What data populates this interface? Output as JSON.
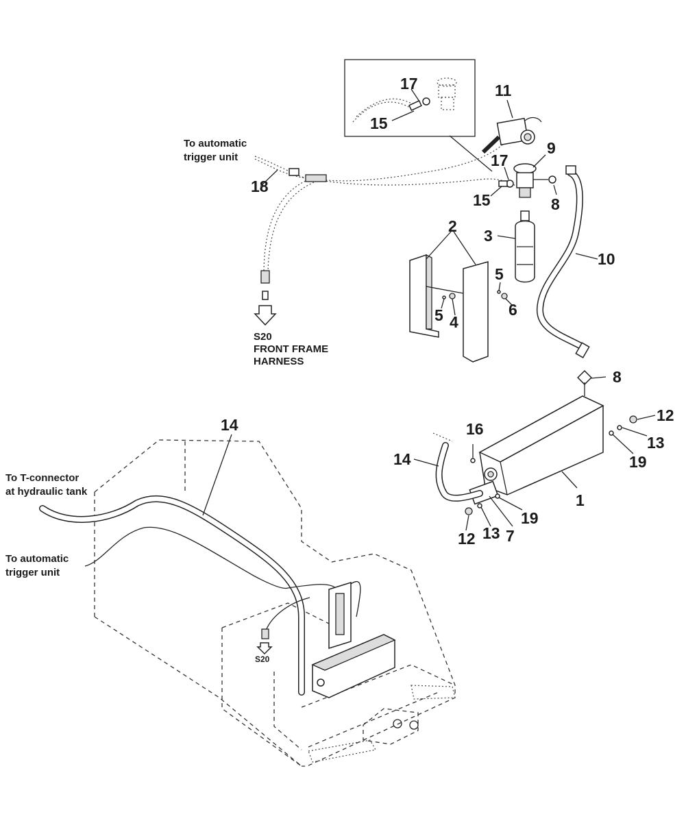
{
  "callouts": [
    {
      "id": "c17a",
      "text": "17"
    },
    {
      "id": "c15a",
      "text": "15"
    },
    {
      "id": "c11",
      "text": "11"
    },
    {
      "id": "c9",
      "text": "9"
    },
    {
      "id": "c17b",
      "text": "17"
    },
    {
      "id": "c15b",
      "text": "15"
    },
    {
      "id": "c8a",
      "text": "8"
    },
    {
      "id": "c18",
      "text": "18"
    },
    {
      "id": "c2",
      "text": "2"
    },
    {
      "id": "c3",
      "text": "3"
    },
    {
      "id": "c10",
      "text": "10"
    },
    {
      "id": "c5a",
      "text": "5"
    },
    {
      "id": "c6",
      "text": "6"
    },
    {
      "id": "c5b",
      "text": "5"
    },
    {
      "id": "c4",
      "text": "4"
    },
    {
      "id": "c8b",
      "text": "8"
    },
    {
      "id": "c12a",
      "text": "12"
    },
    {
      "id": "c13a",
      "text": "13"
    },
    {
      "id": "c19a",
      "text": "19"
    },
    {
      "id": "c16",
      "text": "16"
    },
    {
      "id": "c14a",
      "text": "14"
    },
    {
      "id": "c1",
      "text": "1"
    },
    {
      "id": "c19b",
      "text": "19"
    },
    {
      "id": "c7",
      "text": "7"
    },
    {
      "id": "c13b",
      "text": "13"
    },
    {
      "id": "c12b",
      "text": "12"
    },
    {
      "id": "c14b",
      "text": "14"
    }
  ],
  "notes": {
    "trigger_top": [
      "To automatic",
      "trigger unit"
    ],
    "s20_top": [
      "S20",
      "FRONT FRAME",
      "HARNESS"
    ],
    "tconnector": [
      "To T-connector",
      "at hydraulic tank"
    ],
    "trigger_bottom": [
      "To automatic",
      "trigger unit"
    ],
    "s20_bottom": "S20"
  }
}
